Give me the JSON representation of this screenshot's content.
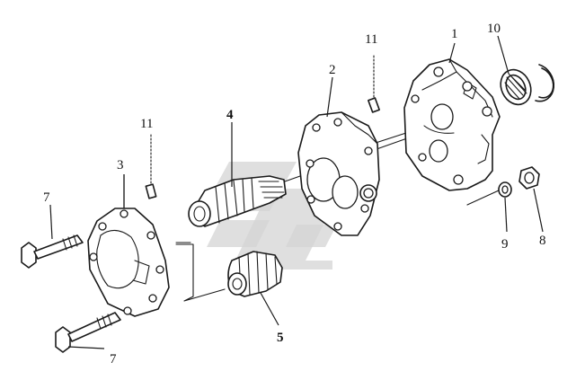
{
  "diagram": {
    "callouts": [
      {
        "id": "label-1",
        "text": "1"
      },
      {
        "id": "label-2",
        "text": "2"
      },
      {
        "id": "label-3",
        "text": "3"
      },
      {
        "id": "label-4",
        "text": "4"
      },
      {
        "id": "label-5",
        "text": "5"
      },
      {
        "id": "label-7-top",
        "text": "7"
      },
      {
        "id": "label-7-bottom",
        "text": "7"
      },
      {
        "id": "label-8",
        "text": "8"
      },
      {
        "id": "label-9",
        "text": "9"
      },
      {
        "id": "label-10",
        "text": "10"
      },
      {
        "id": "label-11-left",
        "text": "11"
      },
      {
        "id": "label-11-right",
        "text": "11"
      }
    ],
    "colors": {
      "ink": "#1a1a1a",
      "watermark": "#d4d4d4",
      "background": "#ffffff"
    }
  }
}
